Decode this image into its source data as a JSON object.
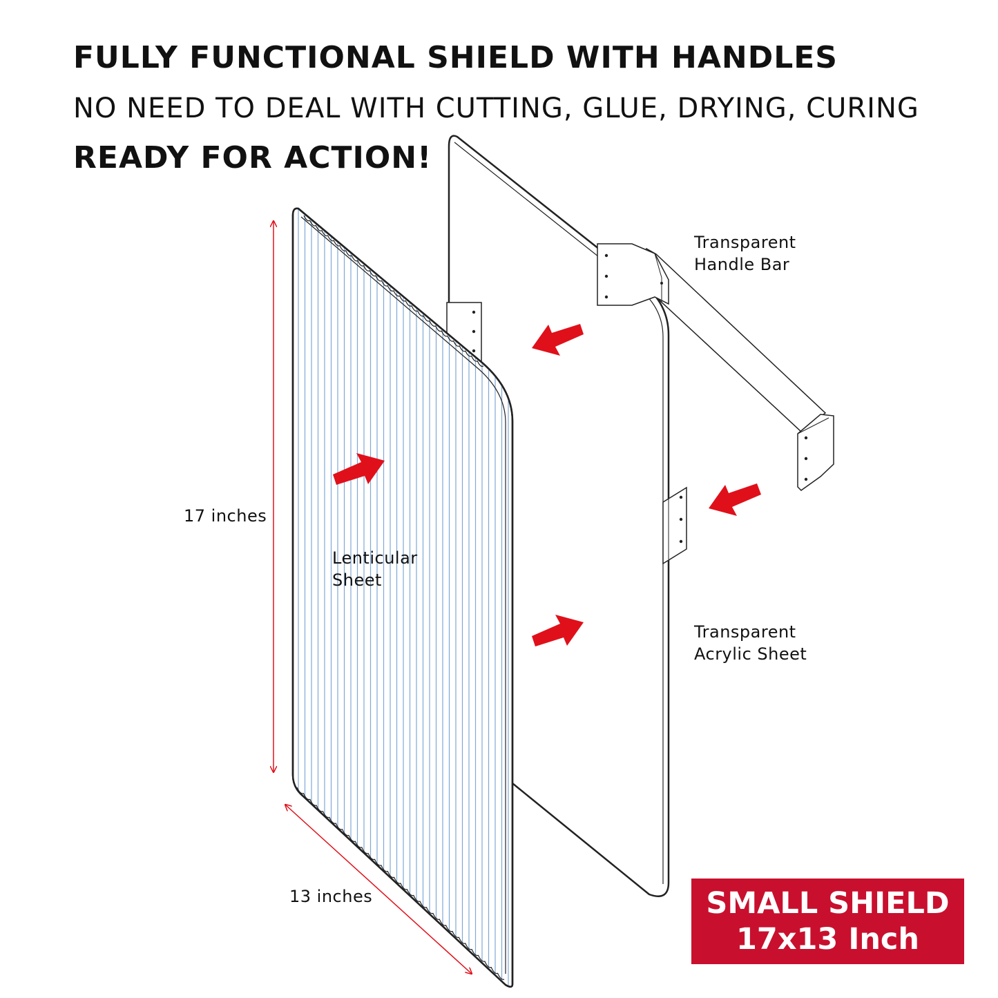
{
  "headline": {
    "line1": "FULLY FUNCTIONAL SHIELD WITH HANDLES",
    "line2": "NO NEED TO DEAL WITH CUTTING, GLUE, DRYING, CURING",
    "line3": "READY FOR ACTION!"
  },
  "labels": {
    "handle_bar_line1": "Transparent",
    "handle_bar_line2": "Handle Bar",
    "acrylic_line1": "Transparent",
    "acrylic_line2": "Acrylic Sheet",
    "lenticular_line1": "Lenticular",
    "lenticular_line2": "Sheet",
    "height": "17 inches",
    "width": "13 inches"
  },
  "badge": {
    "line1": "SMALL SHIELD",
    "line2": "17x13 Inch"
  },
  "colors": {
    "accent_red": "#e0101a",
    "badge_red": "#c8102e",
    "lenticular_line_blue": "#7fa8d6",
    "outline": "#222222"
  }
}
